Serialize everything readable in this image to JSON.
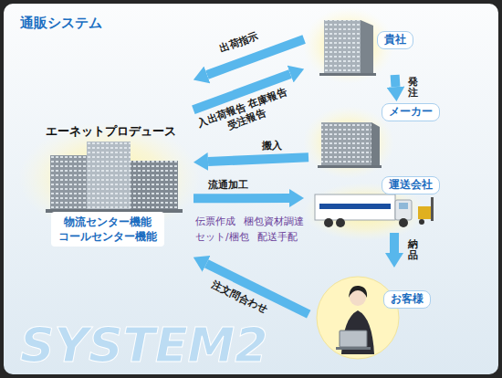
{
  "diagram": {
    "title": "通販システム",
    "nodes": [
      {
        "text": [
          "エーネットプロデュース",
          "物流センター機能 コールセンター機能"
        ]
      },
      {
        "text": [
          "貴社"
        ]
      },
      {
        "text": [
          "メーカー"
        ]
      },
      {
        "text": [
          "運送会社"
        ]
      },
      {
        "text": [
          "お客様"
        ]
      }
    ],
    "edges": [
      {
        "from": 1,
        "to": 0,
        "label": "出荷指示",
        "arrow": "to"
      },
      {
        "from": 0,
        "to": 1,
        "label": "入出荷報告 在庫報告 受注報告",
        "arrow": "to"
      },
      {
        "from": 1,
        "to": 2,
        "label": "発注",
        "arrow": "to"
      },
      {
        "from": 2,
        "to": 0,
        "label": "搬入",
        "arrow": "to"
      },
      {
        "from": 0,
        "to": 3,
        "label": "流通加工",
        "arrow": "to"
      },
      {
        "from": 3,
        "to": 4,
        "label": "納品",
        "arrow": "to"
      },
      {
        "from": 4,
        "to": 0,
        "label": "注文問合わせ",
        "arrow": "to"
      }
    ],
    "labels": [
      "伝票作成 梱包資材調達",
      "セット/梱包 配送手配",
      "SYSTEM2"
    ]
  }
}
